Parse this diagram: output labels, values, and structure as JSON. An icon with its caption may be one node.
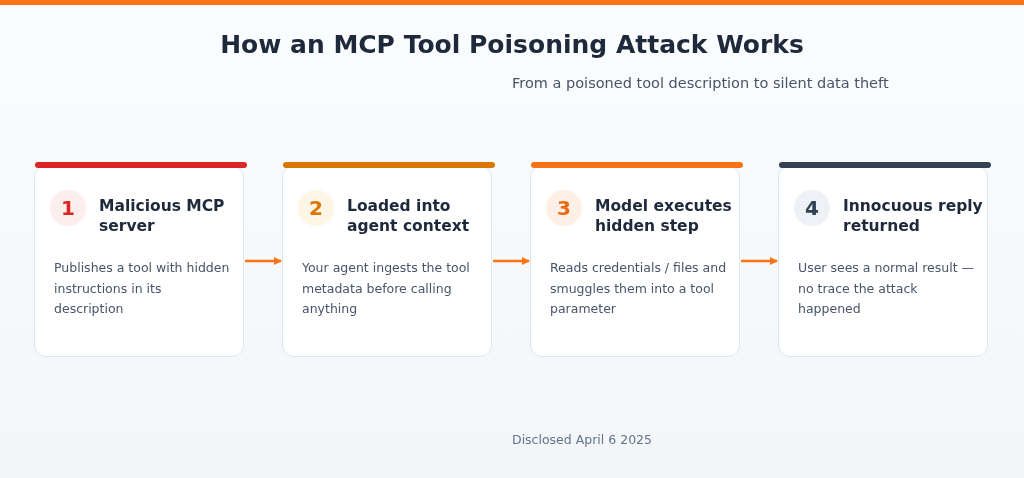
{
  "diagram": {
    "title": "How an MCP Tool Poisoning Attack Works",
    "nodes": [
      {
        "text": [
          "1",
          "Malicious MCP server",
          "Publishes a tool with hidden instructions in its description"
        ]
      },
      {
        "text": [
          "2",
          "Loaded into agent context",
          "Your agent ingests the tool metadata before calling anything"
        ]
      },
      {
        "text": [
          "3",
          "Model executes hidden step",
          "Reads credentials / files and smuggles them into a tool parameter"
        ]
      },
      {
        "text": [
          "4",
          "Innocuous reply returned",
          "User sees a normal result — no trace the attack happened"
        ]
      }
    ],
    "edges": [
      {
        "from": 0,
        "to": 1,
        "arrow": "to"
      },
      {
        "from": 1,
        "to": 2,
        "arrow": "to"
      },
      {
        "from": 2,
        "to": 3,
        "arrow": "to"
      }
    ],
    "labels": [
      "From a poisoned tool description to silent data theft",
      "Disclosed April 6 2025"
    ]
  }
}
